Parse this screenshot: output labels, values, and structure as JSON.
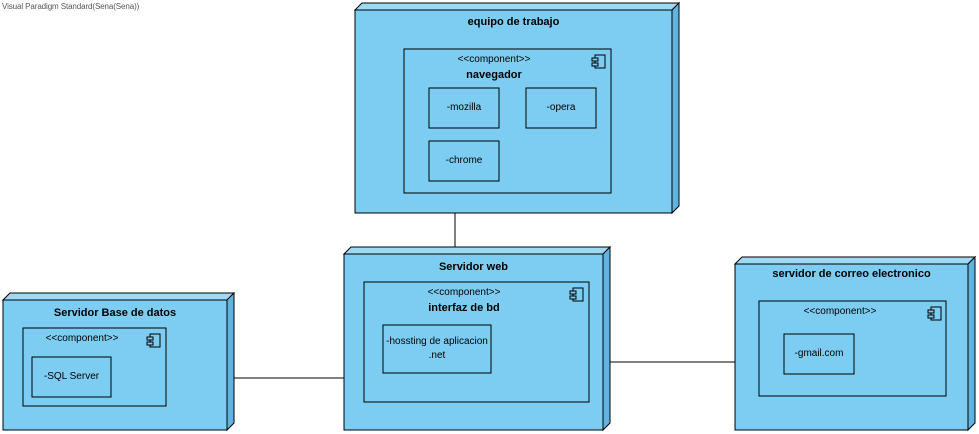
{
  "watermark": "Visual Paradigm Standard(Sena(Sena))",
  "colors": {
    "node_fill": "#7dcdf2",
    "node_side": "#5fb5e0",
    "stroke": "#000000"
  },
  "nodes": {
    "equipo": {
      "title": "equipo de trabajo",
      "component": {
        "stereotype": "<<component>>",
        "name": "navegador"
      },
      "items": [
        "-mozilla",
        "-opera",
        "-chrome"
      ]
    },
    "web": {
      "title": "Servidor web",
      "component": {
        "stereotype": "<<component>>",
        "name": "interfaz de bd"
      },
      "items": [
        "-hossting de aplicacion .net"
      ]
    },
    "db": {
      "title": "Servidor Base de datos",
      "component": {
        "stereotype": "<<component>>",
        "name": ""
      },
      "items": [
        "-SQL Server"
      ]
    },
    "mail": {
      "title": "servidor de correo electronico",
      "component": {
        "stereotype": "<<component>>",
        "name": ""
      },
      "items": [
        "-gmail.com"
      ]
    }
  }
}
